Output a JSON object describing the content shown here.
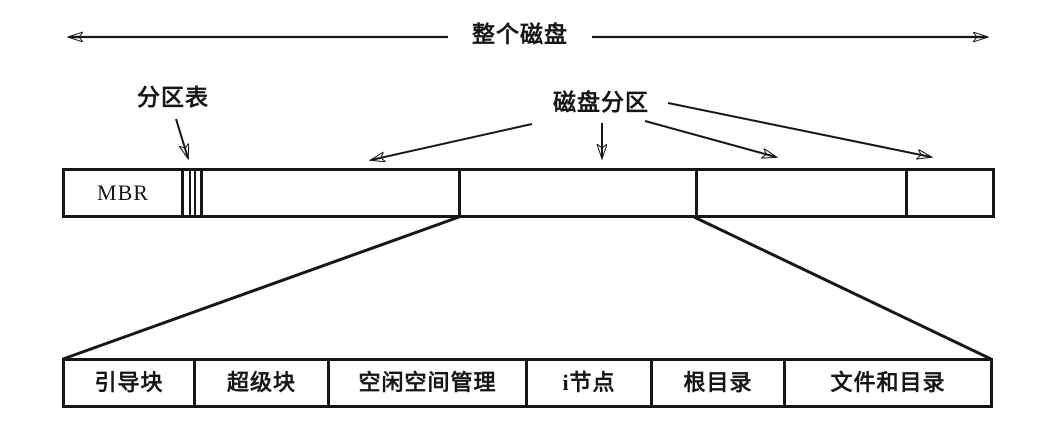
{
  "colors": {
    "ink": "#161616",
    "background": "#ffffff"
  },
  "top_arrow": {
    "label": "整个磁盘"
  },
  "callouts": {
    "partition_table_label": "分区表",
    "disk_partition_label": "磁盘分区"
  },
  "disk_bar": {
    "mbr_label": "MBR",
    "partition_count": 4,
    "stripe_count": 4
  },
  "filesystem_bar": {
    "cells": [
      {
        "label": "引导块"
      },
      {
        "label": "超级块"
      },
      {
        "label": "空闲空间管理"
      },
      {
        "label": "i节点"
      },
      {
        "label": "根目录"
      },
      {
        "label": "文件和目录"
      }
    ]
  }
}
